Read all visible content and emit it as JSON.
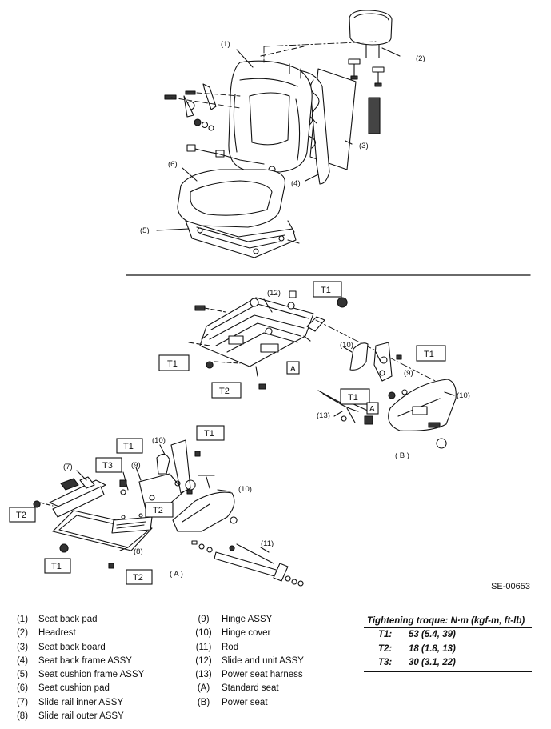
{
  "callouts": {
    "seat_back_pad": "(1)",
    "headrest": "(2)",
    "seat_back_board": "(3)",
    "seat_back_frame": "(4)",
    "seat_cushion_frame": "(5)",
    "seat_cushion_pad": "(6)",
    "slide_rail_inner": "(7)",
    "slide_rail_outer": "(8)",
    "hinge_a": "(9)",
    "hinge_b": "(9)",
    "hinge_cover_a": "(10)",
    "hinge_cover_a2": "(10)",
    "hinge_cover_b": "(10)",
    "hinge_cover_b2": "(10)",
    "rod": "(11)",
    "slide_unit": "(12)",
    "harness": "(13)",
    "view_a": "( A )",
    "view_b": "( B )",
    "marker_a1": "A",
    "marker_a2": "A"
  },
  "torque_tags": {
    "b_top": "T1",
    "b_left": "T1",
    "b_bottom": "T2",
    "b_hinge": "T1",
    "b_harness": "T1",
    "a_top_right": "T1",
    "a_hinge": "T1",
    "a_rail": "T3",
    "a_left": "T2",
    "a_mid": "T2",
    "a_bottom_left": "T1",
    "a_bottom": "T2"
  },
  "figure_code": "SE-00653",
  "legend": {
    "left": [
      {
        "num": "(1)",
        "name": "Seat back pad"
      },
      {
        "num": "(2)",
        "name": "Headrest"
      },
      {
        "num": "(3)",
        "name": "Seat back board"
      },
      {
        "num": "(4)",
        "name": "Seat back frame ASSY"
      },
      {
        "num": "(5)",
        "name": "Seat cushion frame ASSY"
      },
      {
        "num": "(6)",
        "name": "Seat cushion pad"
      },
      {
        "num": "(7)",
        "name": "Slide rail inner ASSY"
      },
      {
        "num": "(8)",
        "name": "Slide rail outer ASSY"
      }
    ],
    "right": [
      {
        "num": "(9)",
        "name": "Hinge ASSY"
      },
      {
        "num": "(10)",
        "name": "Hinge cover"
      },
      {
        "num": "(11)",
        "name": "Rod"
      },
      {
        "num": "(12)",
        "name": "Slide and unit ASSY"
      },
      {
        "num": "(13)",
        "name": "Power seat harness"
      },
      {
        "num": "(A)",
        "name": "Standard seat"
      },
      {
        "num": "(B)",
        "name": "Power seat"
      }
    ]
  },
  "torque": {
    "title": "Tightening troque: N·m (kgf-m, ft-lb)",
    "rows": [
      {
        "key": "T1:",
        "value": "53 (5.4, 39)"
      },
      {
        "key": "T2:",
        "value": "18 (1.8, 13)"
      },
      {
        "key": "T3:",
        "value": "30 (3.1, 22)"
      }
    ]
  }
}
